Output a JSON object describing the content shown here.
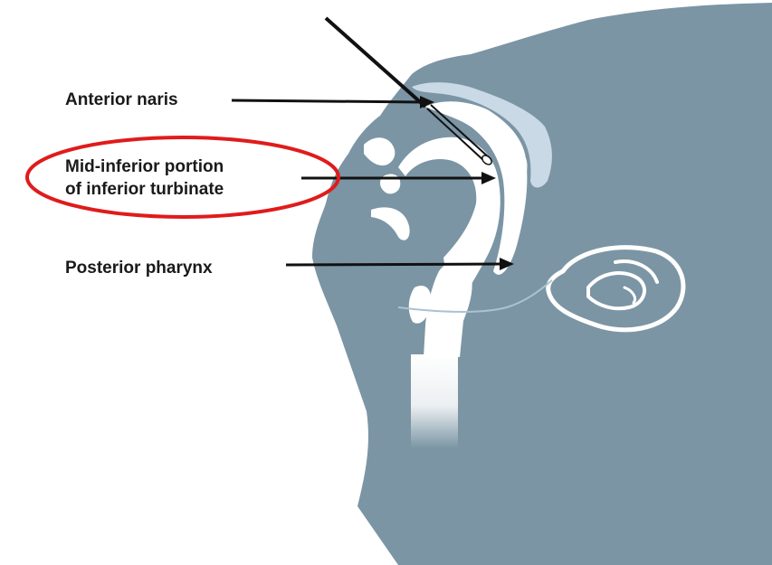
{
  "labels": {
    "anterior_naris": "Anterior naris",
    "turbinate_line1": "Mid-inferior portion",
    "turbinate_line2": "of inferior turbinate",
    "posterior_pharynx": "Posterior pharynx"
  },
  "colors": {
    "head": "#7b95a4",
    "airway": "#ffffff",
    "nose_highlight": "#c9d9e6",
    "arrow": "#111111",
    "highlight_ellipse": "#e01b1b",
    "label_text": "#1a1a1a"
  }
}
